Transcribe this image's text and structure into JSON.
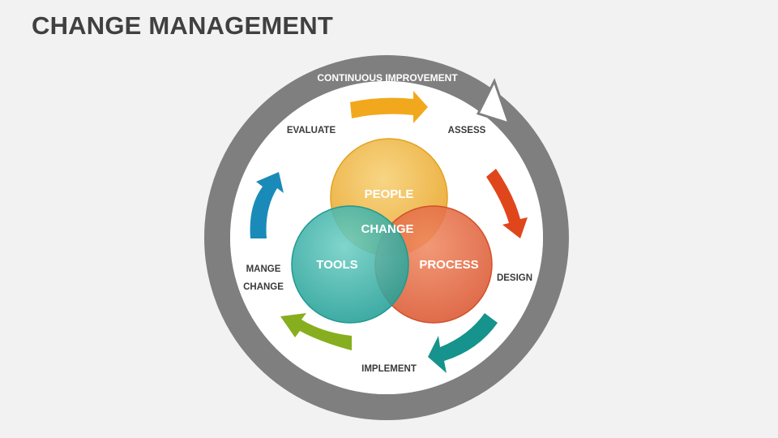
{
  "title": "CHANGE MANAGEMENT",
  "cycle": {
    "ring_label": "CONTINUOUS IMPROVEMENT",
    "stages": {
      "assess": "ASSESS",
      "design": "DESIGN",
      "implement": "IMPLEMENT",
      "manage_change_line1": "MANGE",
      "manage_change_line2": "CHANGE",
      "evaluate": "EVALUATE"
    }
  },
  "venn": {
    "people": "PEOPLE",
    "process": "PROCESS",
    "tools": "TOOLS",
    "center": "CHANGE"
  },
  "colors": {
    "ring": "#7f7f7f",
    "arrow_assess": "#f2a81d",
    "arrow_design": "#e0461c",
    "arrow_implement": "#15938c",
    "arrow_manage": "#87ae1f",
    "arrow_evaluate": "#1a8bb8",
    "people": "#f3b43c",
    "process": "#e85e38",
    "tools": "#2db0a6"
  }
}
